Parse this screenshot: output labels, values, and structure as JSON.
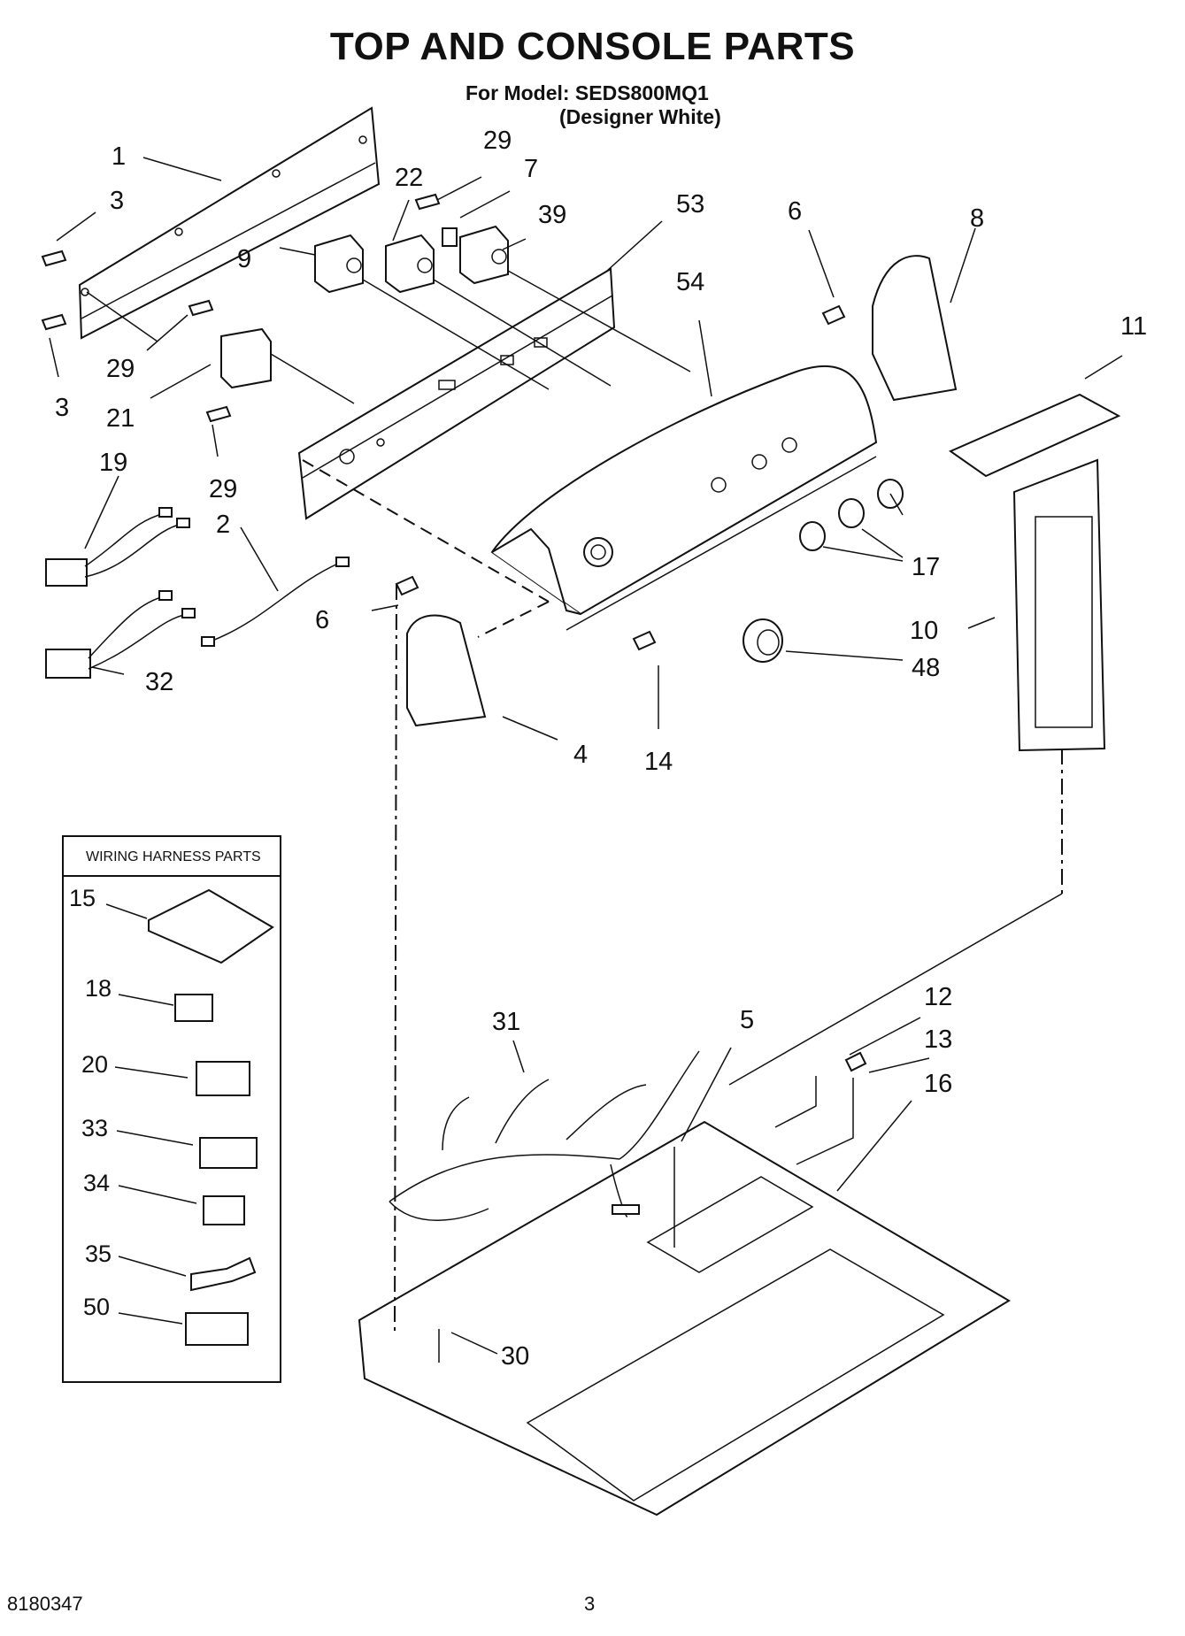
{
  "header": {
    "title": "TOP AND CONSOLE PARTS",
    "model": "For Model: SEDS800MQ1",
    "variant": "(Designer White)"
  },
  "callouts": {
    "c1": "1",
    "c3a": "3",
    "c3b": "3",
    "c29a": "29",
    "c29b": "29",
    "c29c": "29",
    "c7": "7",
    "c22": "22",
    "c39": "39",
    "c53": "53",
    "c6a": "6",
    "c8": "8",
    "c9": "9",
    "c21": "21",
    "c54": "54",
    "c11": "11",
    "c19": "19",
    "c2": "2",
    "c17": "17",
    "c6b": "6",
    "c32": "32",
    "c10": "10",
    "c48": "48",
    "c4": "4",
    "c14": "14",
    "c31": "31",
    "c5": "5",
    "c12": "12",
    "c13": "13",
    "c16": "16",
    "c30": "30"
  },
  "harness_box": {
    "title": "WIRING HARNESS PARTS",
    "items": [
      "15",
      "18",
      "20",
      "33",
      "34",
      "35",
      "50"
    ]
  },
  "footer": {
    "doc_number": "8180347",
    "page_number": "3"
  }
}
